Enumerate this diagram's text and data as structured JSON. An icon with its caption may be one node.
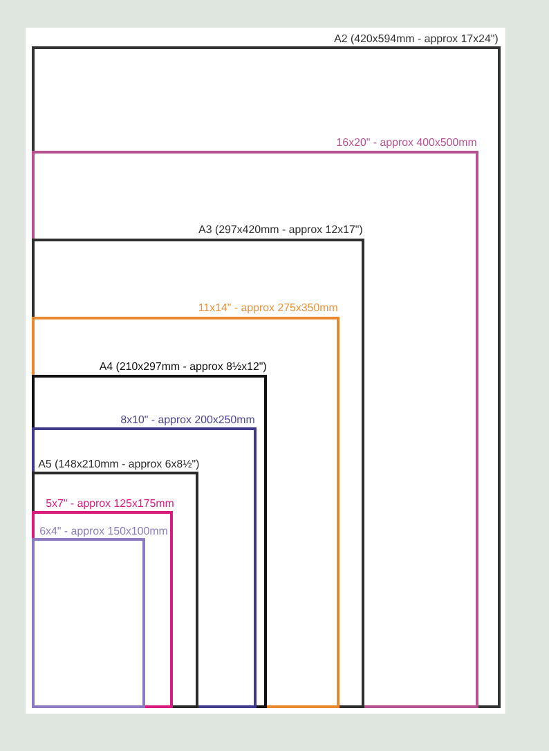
{
  "diagram": {
    "nodes": [
      {
        "text": [
          "A2 (420x594mm - approx 17x24\")"
        ]
      },
      {
        "text": [
          "16x20\" - approx 400x500mm"
        ],
        "in": 0
      },
      {
        "text": [
          "A3 (297x420mm - approx 12x17\")"
        ],
        "in": 1
      },
      {
        "text": [
          "11x14\" - approx 275x350mm"
        ],
        "in": 2
      },
      {
        "text": [
          "A4 (210x297mm - approx 8½x12\")"
        ],
        "in": 3
      },
      {
        "text": [
          "8x10\" - approx 200x250mm"
        ],
        "in": 4
      },
      {
        "text": [
          "A5 (148x210mm - approx 6x8½\")"
        ],
        "in": 5
      },
      {
        "text": [
          "5x7\" - approx 125x175mm"
        ],
        "in": 6
      },
      {
        "text": [
          "6x4\" - approx 150x100mm"
        ],
        "in": 7
      }
    ]
  }
}
